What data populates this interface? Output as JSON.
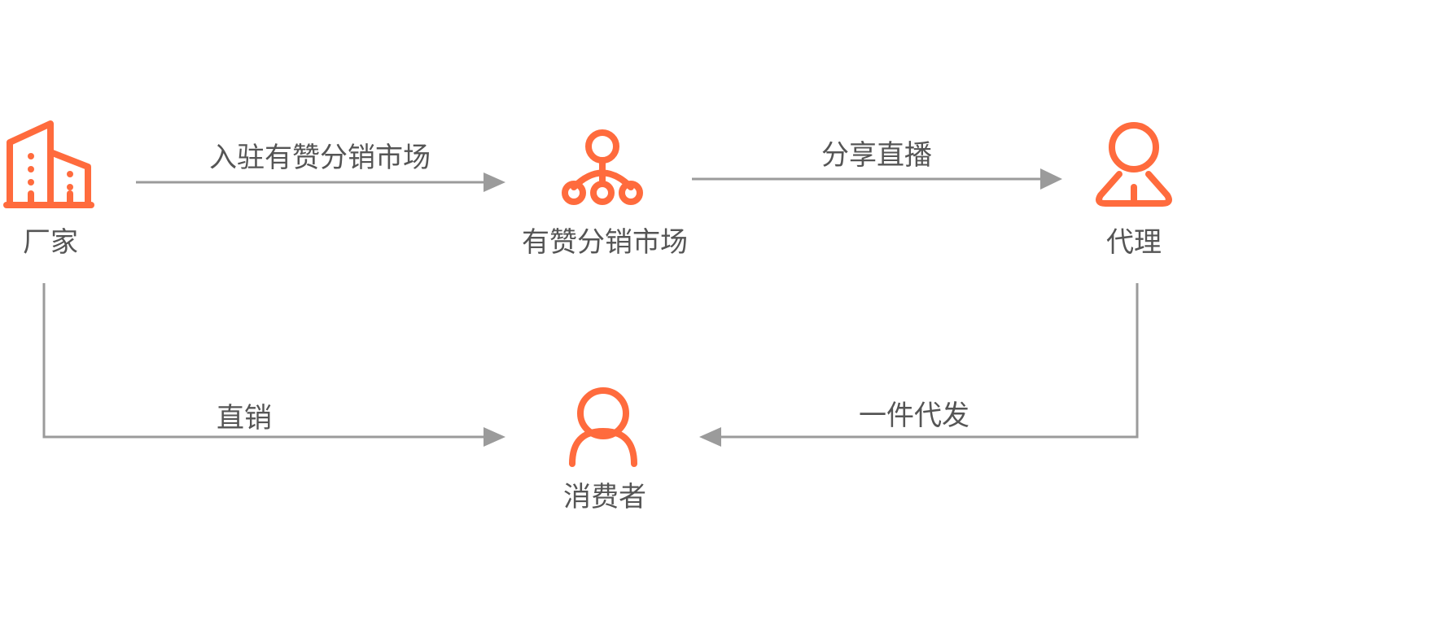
{
  "colors": {
    "accent": "#FF6B3D",
    "line": "#9B9B9B",
    "text": "#555555"
  },
  "nodes": {
    "factory": {
      "label": "厂家",
      "icon": "building-icon"
    },
    "market": {
      "label": "有赞分销市场",
      "icon": "network-hierarchy-icon"
    },
    "agent": {
      "label": "代理",
      "icon": "agent-person-icon"
    },
    "consumer": {
      "label": "消费者",
      "icon": "user-icon"
    }
  },
  "edges": {
    "factory_to_market": "入驻有赞分销市场",
    "market_to_agent": "分享直播",
    "factory_to_consumer": "直销",
    "agent_to_consumer": "一件代发"
  }
}
